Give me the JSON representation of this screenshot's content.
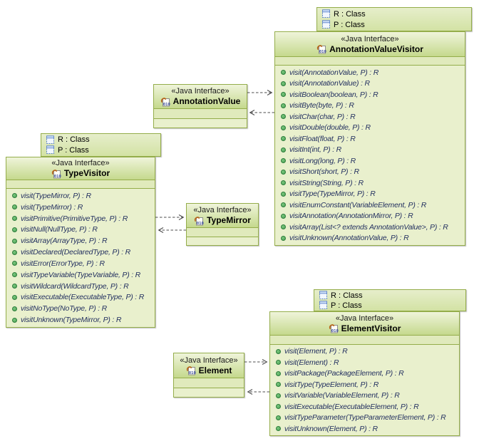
{
  "colors": {
    "box_border": "#94ad4a",
    "title_gradient_top": "#eff4da",
    "title_gradient_bottom": "#c5d98d",
    "body_fill": "#e9f0cd",
    "attribute_fill": "#e0eabc",
    "method_dot": "#4ba455",
    "method_text": "#233060",
    "arrow": "#4d4d4d",
    "template_icon_blue": "#5b82c9",
    "interface_icon_orange": "#b5651d",
    "interface_icon_binary": "#3b4fa0"
  },
  "icons": {
    "java_interface_icon": "small file page with 010 binary digits and orange hook",
    "template_parameter_icon": "small dashed blue-bordered box",
    "public_method_icon": "green filled circle",
    "dependency_arrow": "dashed line with open arrowhead"
  },
  "classes": {
    "annotationValueVisitor": {
      "stereotype": "«Java Interface»",
      "name": "AnnotationValueVisitor",
      "template_params": [
        "R : Class",
        "P : Class"
      ],
      "methods": [
        "visit(AnnotationValue, P) : R",
        "visit(AnnotationValue) : R",
        "visitBoolean(boolean, P) : R",
        "visitByte(byte, P) : R",
        "visitChar(char, P) : R",
        "visitDouble(double, P) : R",
        "visitFloat(float, P) : R",
        "visitInt(int, P) : R",
        "visitLong(long, P) : R",
        "visitShort(short, P) : R",
        "visitString(String, P) : R",
        "visitType(TypeMirror, P) : R",
        "visitEnumConstant(VariableElement, P) : R",
        "visitAnnotation(AnnotationMirror, P) : R",
        "visitArray(List<? extends AnnotationValue>, P) : R",
        "visitUnknown(AnnotationValue, P) : R"
      ]
    },
    "annotationValue": {
      "stereotype": "«Java Interface»",
      "name": "AnnotationValue",
      "template_params": [],
      "methods": []
    },
    "typeVisitor": {
      "stereotype": "«Java Interface»",
      "name": "TypeVisitor",
      "template_params": [
        "R : Class",
        "P : Class"
      ],
      "methods": [
        "visit(TypeMirror, P) : R",
        "visit(TypeMirror) : R",
        "visitPrimitive(PrimitiveType, P) : R",
        "visitNull(NullType, P) : R",
        "visitArray(ArrayType, P) : R",
        "visitDeclared(DeclaredType, P) : R",
        "visitError(ErrorType, P) : R",
        "visitTypeVariable(TypeVariable, P) : R",
        "visitWildcard(WildcardType, P) : R",
        "visitExecutable(ExecutableType, P) : R",
        "visitNoType(NoType, P) : R",
        "visitUnknown(TypeMirror, P) : R"
      ]
    },
    "typeMirror": {
      "stereotype": "«Java Interface»",
      "name": "TypeMirror",
      "template_params": [],
      "methods": []
    },
    "elementVisitor": {
      "stereotype": "«Java Interface»",
      "name": "ElementVisitor",
      "template_params": [
        "R : Class",
        "P : Class"
      ],
      "methods": [
        "visit(Element, P) : R",
        "visit(Element) : R",
        "visitPackage(PackageElement, P) : R",
        "visitType(TypeElement, P) : R",
        "visitVariable(VariableElement, P) : R",
        "visitExecutable(ExecutableElement, P) : R",
        "visitTypeParameter(TypeParameterElement, P) : R",
        "visitUnknown(Element, P) : R"
      ]
    },
    "element": {
      "stereotype": "«Java Interface»",
      "name": "Element",
      "template_params": [],
      "methods": []
    }
  },
  "relations": [
    {
      "from": "AnnotationValue",
      "to": "AnnotationValueVisitor",
      "type": "dependency"
    },
    {
      "from": "AnnotationValueVisitor",
      "to": "AnnotationValue",
      "type": "dependency"
    },
    {
      "from": "TypeVisitor",
      "to": "TypeMirror",
      "type": "dependency"
    },
    {
      "from": "TypeMirror",
      "to": "TypeVisitor",
      "type": "dependency"
    },
    {
      "from": "Element",
      "to": "ElementVisitor",
      "type": "dependency"
    },
    {
      "from": "ElementVisitor",
      "to": "Element",
      "type": "dependency"
    }
  ]
}
